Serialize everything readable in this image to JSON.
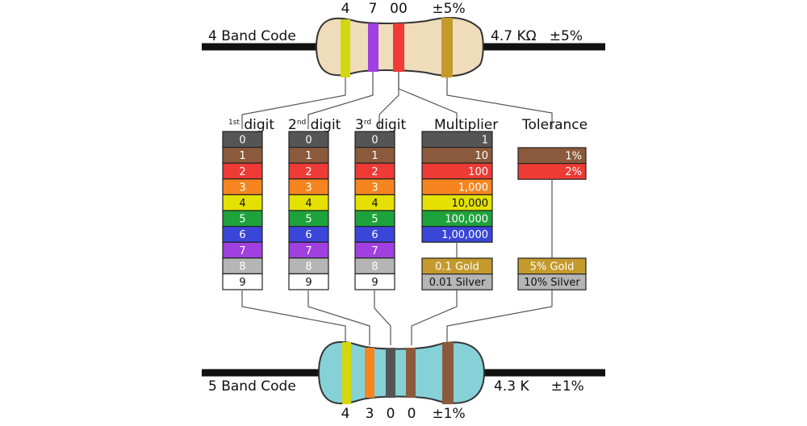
{
  "top_resistor": {
    "label": "4 Band Code",
    "value": "4.7 KΩ   ±5%",
    "band_labels": [
      "4",
      "7",
      "00",
      "±5%"
    ],
    "band_colors": [
      "#d4d60e",
      "#a040e0",
      "#ee3b35",
      "#c49a2c"
    ],
    "body_color": "#eedcbb"
  },
  "bottom_resistor": {
    "label": "5 Band Code",
    "value": "4.3 K     ±1%",
    "band_labels": [
      "4",
      "3",
      "0",
      "0",
      "±1%"
    ],
    "band_colors": [
      "#d4d60e",
      "#f6851f",
      "#555555",
      "#8b5a3c",
      "#8b5a3c"
    ],
    "body_color": "#86d1d8"
  },
  "columns": {
    "digit1_header": "1st digit",
    "digit2_header": "2nd digit",
    "digit3_header": "3rd digit",
    "multiplier_header": "Multiplier",
    "tolerance_header": "Tolerance"
  },
  "digit_rows": [
    {
      "label": "0",
      "color": "#555555",
      "text_color": "#ffffff"
    },
    {
      "label": "1",
      "color": "#8b5a3c",
      "text_color": "#ffffff"
    },
    {
      "label": "2",
      "color": "#ee3b35",
      "text_color": "#ffffff"
    },
    {
      "label": "3",
      "color": "#f6851f",
      "text_color": "#ffffff"
    },
    {
      "label": "4",
      "color": "#e4e100",
      "text_color": "#111111"
    },
    {
      "label": "5",
      "color": "#1ea23c",
      "text_color": "#ffffff"
    },
    {
      "label": "6",
      "color": "#3a46d8",
      "text_color": "#ffffff"
    },
    {
      "label": "7",
      "color": "#a040e0",
      "text_color": "#ffffff"
    },
    {
      "label": "8",
      "color": "#b5b5b5",
      "text_color": "#ffffff"
    },
    {
      "label": "9",
      "color": "#ffffff",
      "text_color": "#111111"
    }
  ],
  "multiplier_rows": [
    {
      "label": "1",
      "color": "#555555",
      "text_color": "#ffffff"
    },
    {
      "label": "10",
      "color": "#8b5a3c",
      "text_color": "#ffffff"
    },
    {
      "label": "100",
      "color": "#ee3b35",
      "text_color": "#ffffff"
    },
    {
      "label": "1,000",
      "color": "#f6851f",
      "text_color": "#ffffff"
    },
    {
      "label": "10,000",
      "color": "#e4e100",
      "text_color": "#111111"
    },
    {
      "label": "100,000",
      "color": "#1ea23c",
      "text_color": "#ffffff"
    },
    {
      "label": "1,00,000",
      "color": "#3a46d8",
      "text_color": "#ffffff"
    }
  ],
  "multiplier_extra_rows": [
    {
      "label": "0.1 Gold",
      "color": "#c49a2c",
      "text_color": "#ffffff"
    },
    {
      "label": "0.01 Silver",
      "color": "#b5b5b5",
      "text_color": "#111111"
    }
  ],
  "tolerance_rows": [
    {
      "label": "1%",
      "color": "#8b5a3c",
      "text_color": "#ffffff"
    },
    {
      "label": "2%",
      "color": "#ee3b35",
      "text_color": "#ffffff"
    }
  ],
  "tolerance_extra_rows": [
    {
      "label": "5% Gold",
      "color": "#c49a2c",
      "text_color": "#ffffff"
    },
    {
      "label": "10% Silver",
      "color": "#b5b5b5",
      "text_color": "#111111"
    }
  ]
}
